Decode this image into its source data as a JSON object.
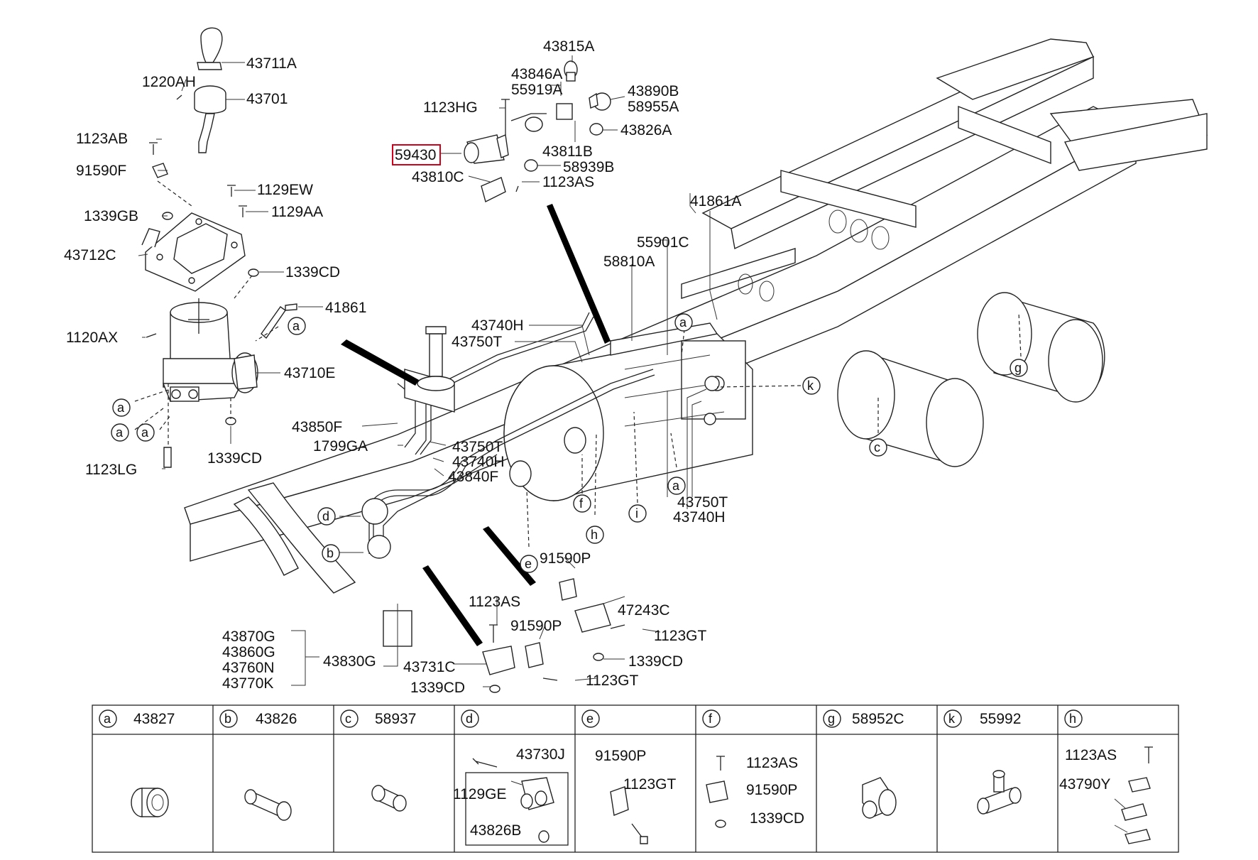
{
  "highlighted_part": "59430",
  "callouts": {
    "p43711A": "43711A",
    "p1220AH": "1220AH",
    "p43701": "43701",
    "p1123AB": "1123AB",
    "p91590F": "91590F",
    "p1129EW": "1129EW",
    "p1339GB": "1339GB",
    "p1129AA": "1129AA",
    "p43712C": "43712C",
    "p1339CD_1": "1339CD",
    "p41861": "41861",
    "p1120AX": "1120AX",
    "p43710E": "43710E",
    "p1339CD_2": "1339CD",
    "p1123LG": "1123LG",
    "p43815A": "43815A",
    "p43846A": "43846A",
    "p55919A": "55919A",
    "p43890B": "43890B",
    "p58955A": "58955A",
    "p1123HG": "1123HG",
    "p43826A": "43826A",
    "p59430": "59430",
    "p43811B": "43811B",
    "p58939B": "58939B",
    "p43810C": "43810C",
    "p1123AS_1": "1123AS",
    "p41861A": "41861A",
    "p55901C": "55901C",
    "p58810A": "58810A",
    "p43740H_1": "43740H",
    "p43750T_1": "43750T",
    "p43850F": "43850F",
    "p1799GA": "1799GA",
    "p43750T_2": "43750T",
    "p43740H_2": "43740H",
    "p43840F": "43840F",
    "p43750T_3": "43750T",
    "p43740H_3": "43740H",
    "p91590P_1": "91590P",
    "p1123AS_2": "1123AS",
    "p47243C": "47243C",
    "p91590P_2": "91590P",
    "p1123GT_1": "1123GT",
    "p43870G": "43870G",
    "p43860G": "43860G",
    "p43760N": "43760N",
    "p43770K": "43770K",
    "p43830G": "43830G",
    "p43731C": "43731C",
    "p1339CD_3": "1339CD",
    "p1339CD_4": "1339CD",
    "p1123GT_2": "1123GT"
  },
  "letters": {
    "a1": "a",
    "a2": "a",
    "a3": "a",
    "a4": "a",
    "a5": "a",
    "a6": "a",
    "b1": "b",
    "c1": "c",
    "d1": "d",
    "e1": "e",
    "f1": "f",
    "g1": "g",
    "h1": "h",
    "i1": "i",
    "k1": "k"
  },
  "table": {
    "headers": [
      {
        "letter": "a",
        "part": "43827"
      },
      {
        "letter": "b",
        "part": "43826"
      },
      {
        "letter": "c",
        "part": "58937"
      },
      {
        "letter": "d",
        "part": ""
      },
      {
        "letter": "e",
        "part": ""
      },
      {
        "letter": "f",
        "part": ""
      },
      {
        "letter": "g",
        "part": "58952C"
      },
      {
        "letter": "k",
        "part": "55992"
      },
      {
        "letter": "h",
        "part": ""
      }
    ],
    "cell_labels": {
      "d_43730J": "43730J",
      "d_1129GE": "1129GE",
      "d_43826B": "43826B",
      "e_91590P": "91590P",
      "e_1123GT": "1123GT",
      "f_1123AS": "1123AS",
      "f_91590P": "91590P",
      "f_1339CD": "1339CD",
      "h_1123AS": "1123AS",
      "h_43790Y": "43790Y"
    }
  }
}
